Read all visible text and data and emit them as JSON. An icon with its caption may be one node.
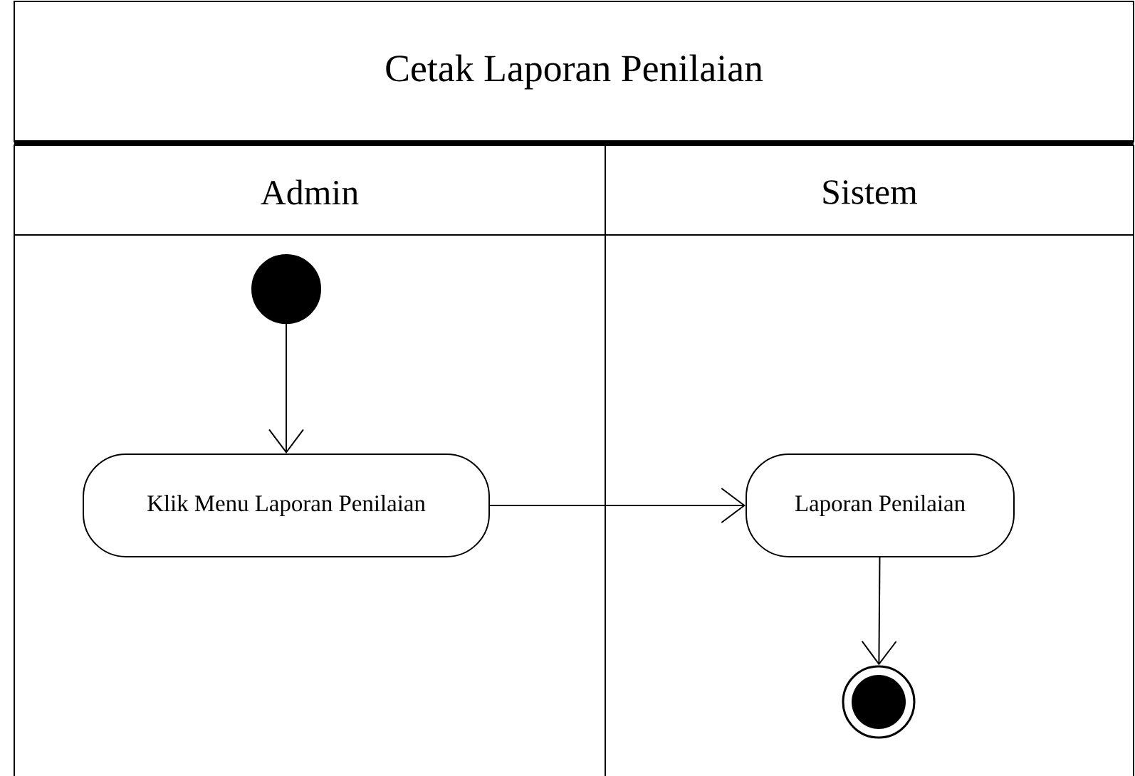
{
  "diagram": {
    "nodes": [
      {
        "text": [
          "Cetak Laporan Penilaian"
        ]
      },
      {
        "text": [
          "Admin"
        ]
      },
      {
        "text": [
          "Sistem"
        ]
      },
      {
        "text": [],
        "shape": "circle",
        "in": 1
      },
      {
        "text": [
          "Klik Menu Laporan Penilaian"
        ],
        "in": 1
      },
      {
        "text": [
          "Laporan Penilaian"
        ],
        "in": 2
      },
      {
        "text": [],
        "shape": "circle",
        "in": 2
      }
    ],
    "edges": [
      {
        "from": 3,
        "to": 4,
        "arrow": "to"
      },
      {
        "from": 4,
        "to": 5,
        "arrow": "to"
      },
      {
        "from": 5,
        "to": 6,
        "arrow": "to"
      }
    ]
  }
}
